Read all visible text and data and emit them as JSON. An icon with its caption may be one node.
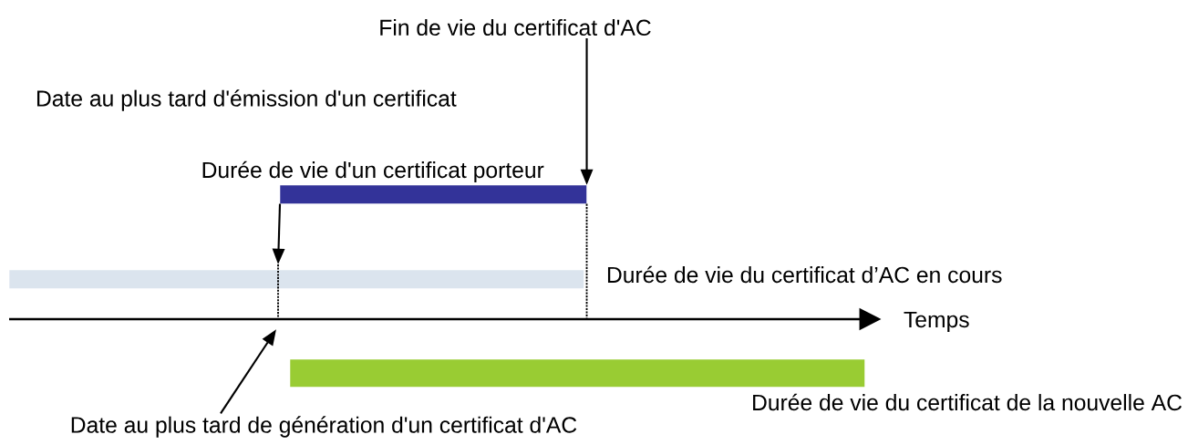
{
  "diagram": {
    "nodes": [
      {
        "text": [
          "Fin de vie du certificat d'AC"
        ]
      },
      {
        "text": [
          "Durée de vie d'un certificat porteur"
        ]
      },
      {
        "text": [],
        "shape": "bar",
        "beside": [
          "Durée de vie du certificat d’AC en cours"
        ]
      },
      {
        "text": [],
        "shape": "bar",
        "beside": [
          "Durée de vie du certificat de la nouvelle AC"
        ]
      },
      {
        "text": [
          "Date au plus tard de génération d'un certificat d'AC"
        ]
      },
      {
        "text": [],
        "shape": "arrow"
      }
    ],
    "edges": [
      {
        "from": 0,
        "to": 1,
        "arrow": "to"
      },
      {
        "from": 1,
        "to": 2,
        "arrow": "to"
      },
      {
        "from": 4,
        "to": 5,
        "arrow": "to"
      },
      {
        "from": 1,
        "to": 5,
        "arrow": "none",
        "style": "dashed"
      },
      {
        "from": 2,
        "to": 5,
        "arrow": "none",
        "style": "dashed"
      }
    ],
    "labels": [
      "Date au plus tard d'émission d'un certificat",
      "Temps"
    ]
  }
}
